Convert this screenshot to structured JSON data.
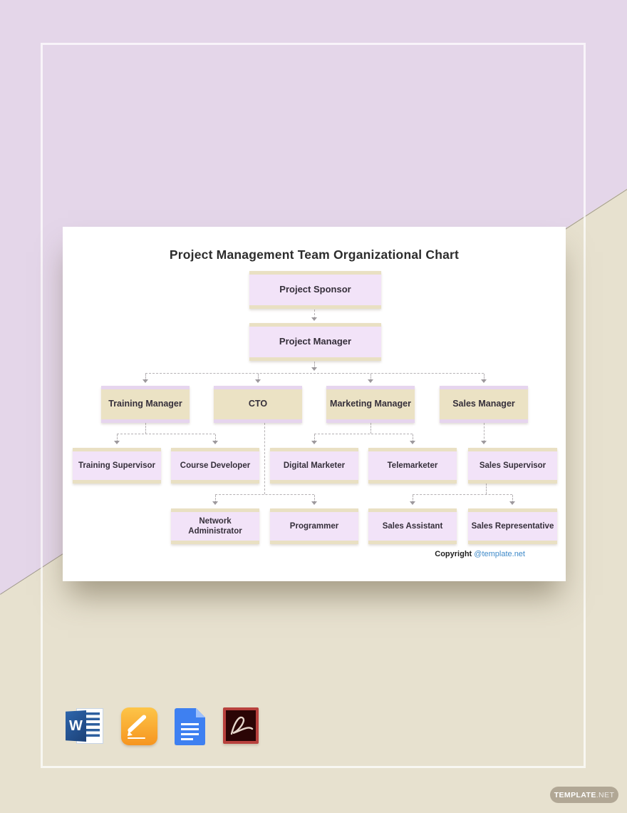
{
  "background": {
    "top_color": "#e4d6e9",
    "bottom_color": "#e7e1cf"
  },
  "chart": {
    "title": "Project Management Team Organizational Chart",
    "nodes": {
      "project_sponsor": "Project Sponsor",
      "project_manager": "Project Manager",
      "training_manager": "Training Manager",
      "cto": "CTO",
      "marketing_manager": "Marketing Manager",
      "sales_manager": "Sales Manager",
      "training_supervisor": "Training Supervisor",
      "course_developer": "Course Developer",
      "digital_marketer": "Digital Marketer",
      "telemarketer": "Telemarketer",
      "sales_supervisor": "Sales Supervisor",
      "network_administrator": "Network Administrator",
      "programmer": "Programmer",
      "sales_assistant": "Sales Assistant",
      "sales_representative": "Sales Representative"
    },
    "hierarchy": {
      "Project Sponsor": [
        "Project Manager"
      ],
      "Project Manager": [
        "Training Manager",
        "CTO",
        "Marketing Manager",
        "Sales Manager"
      ],
      "Training Manager": [
        "Training Supervisor",
        "Course Developer"
      ],
      "CTO": [
        "Network Administrator",
        "Programmer"
      ],
      "Marketing Manager": [
        "Digital Marketer",
        "Telemarketer"
      ],
      "Sales Manager": [
        "Sales Supervisor"
      ],
      "Sales Supervisor": [
        "Sales Assistant",
        "Sales Representative"
      ]
    },
    "copyright": {
      "prefix": "Copyright",
      "link": "@template.net",
      "link_color": "#3f8ac9"
    },
    "box_colors": {
      "lavender_fill": "#f2e3f8",
      "tan_fill": "#ebe2c4",
      "tan_strip": "#e9e0c3",
      "lavender_strip": "#e6d5ee"
    }
  },
  "footer": {
    "word_letter": "W",
    "app_icons": [
      "ms-word-icon",
      "apple-pages-icon",
      "google-docs-icon",
      "adobe-acrobat-icon"
    ],
    "badge": {
      "text_bold": "TEMPLATE",
      "text_light": ".NET"
    }
  }
}
